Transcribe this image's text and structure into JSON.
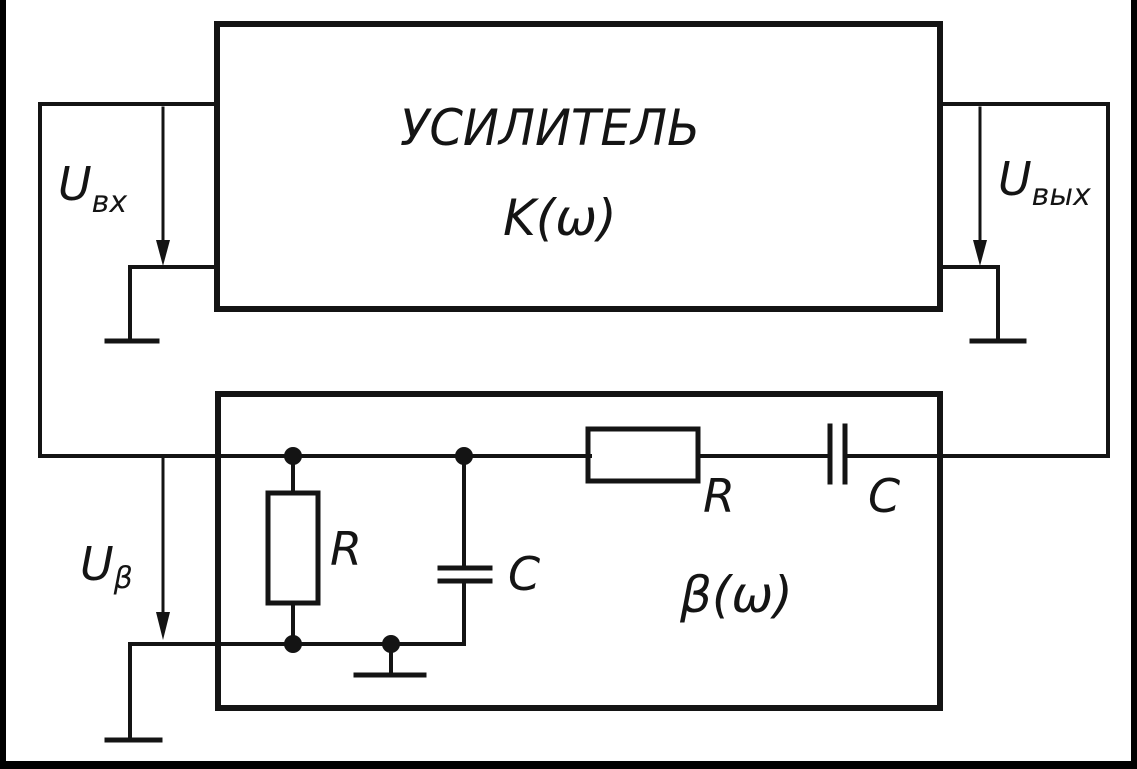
{
  "amplifier": {
    "title": "УСИЛИТЕЛЬ",
    "transfer": "K(ω)"
  },
  "feedback": {
    "transfer": "β(ω)",
    "shunt_resistor": "R",
    "shunt_capacitor": "C",
    "series_resistor": "R",
    "series_capacitor": "C"
  },
  "voltages": {
    "input_main": "U",
    "input_sub": "вх",
    "output_main": "U",
    "output_sub": "вых",
    "beta_main": "U",
    "beta_sub": "β"
  }
}
